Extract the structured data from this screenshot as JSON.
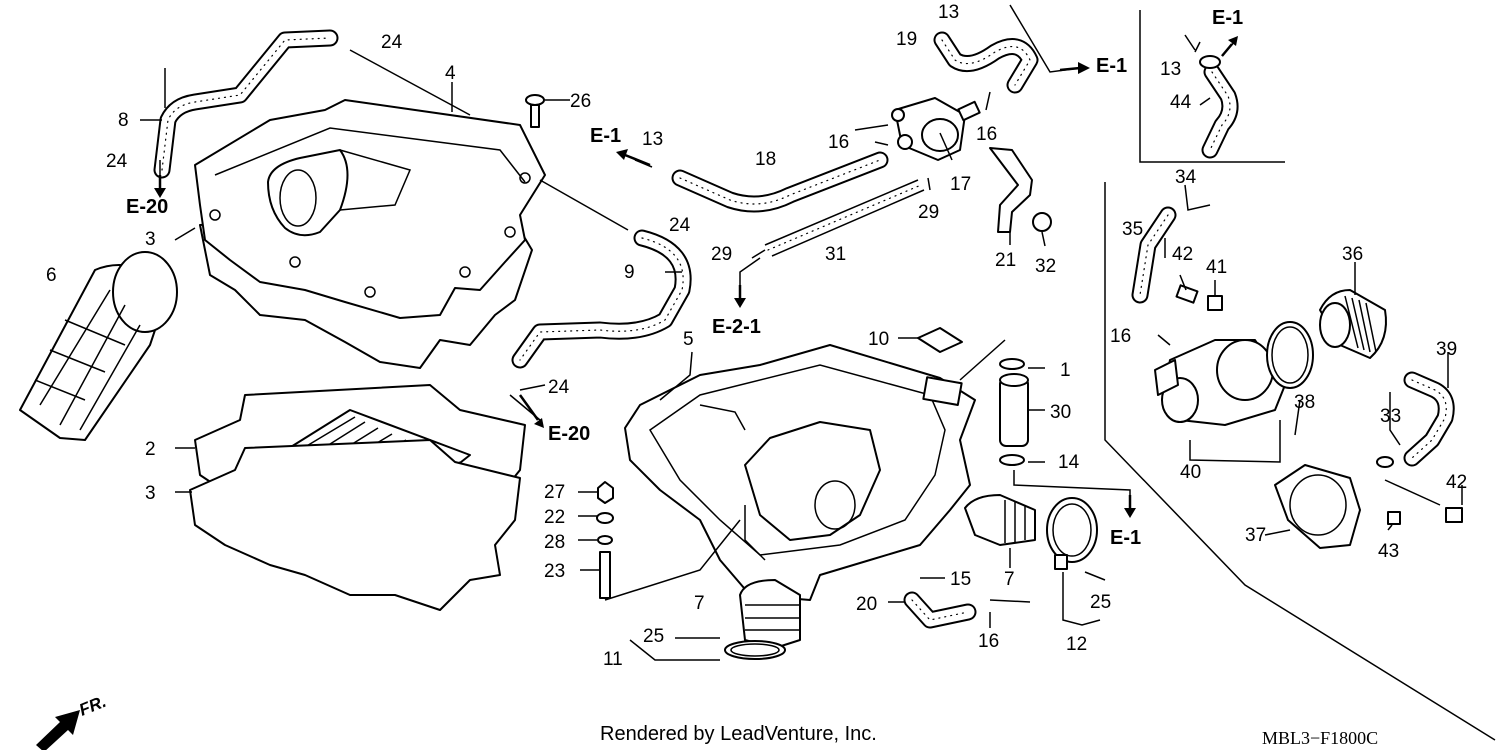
{
  "callouts": [
    {
      "id": "c1",
      "text": "1"
    },
    {
      "id": "c2",
      "text": "2"
    },
    {
      "id": "c3a",
      "text": "3"
    },
    {
      "id": "c3b",
      "text": "3"
    },
    {
      "id": "c4",
      "text": "4"
    },
    {
      "id": "c5",
      "text": "5"
    },
    {
      "id": "c6",
      "text": "6"
    },
    {
      "id": "c7a",
      "text": "7"
    },
    {
      "id": "c7b",
      "text": "7"
    },
    {
      "id": "c8",
      "text": "8"
    },
    {
      "id": "c9",
      "text": "9"
    },
    {
      "id": "c10",
      "text": "10"
    },
    {
      "id": "c11",
      "text": "11"
    },
    {
      "id": "c12",
      "text": "12"
    },
    {
      "id": "c13a",
      "text": "13"
    },
    {
      "id": "c13b",
      "text": "13"
    },
    {
      "id": "c13c",
      "text": "13"
    },
    {
      "id": "c14",
      "text": "14"
    },
    {
      "id": "c15",
      "text": "15"
    },
    {
      "id": "c16a",
      "text": "16"
    },
    {
      "id": "c16b",
      "text": "16"
    },
    {
      "id": "c16c",
      "text": "16"
    },
    {
      "id": "c16d",
      "text": "16"
    },
    {
      "id": "c17",
      "text": "17"
    },
    {
      "id": "c18",
      "text": "18"
    },
    {
      "id": "c19",
      "text": "19"
    },
    {
      "id": "c20",
      "text": "20"
    },
    {
      "id": "c21",
      "text": "21"
    },
    {
      "id": "c22",
      "text": "22"
    },
    {
      "id": "c23",
      "text": "23"
    },
    {
      "id": "c24a",
      "text": "24"
    },
    {
      "id": "c24b",
      "text": "24"
    },
    {
      "id": "c24c",
      "text": "24"
    },
    {
      "id": "c24d",
      "text": "24"
    },
    {
      "id": "c25a",
      "text": "25"
    },
    {
      "id": "c25b",
      "text": "25"
    },
    {
      "id": "c26",
      "text": "26"
    },
    {
      "id": "c27",
      "text": "27"
    },
    {
      "id": "c28",
      "text": "28"
    },
    {
      "id": "c29a",
      "text": "29"
    },
    {
      "id": "c29b",
      "text": "29"
    },
    {
      "id": "c30",
      "text": "30"
    },
    {
      "id": "c31",
      "text": "31"
    },
    {
      "id": "c32",
      "text": "32"
    },
    {
      "id": "c33",
      "text": "33"
    },
    {
      "id": "c34",
      "text": "34"
    },
    {
      "id": "c35",
      "text": "35"
    },
    {
      "id": "c36",
      "text": "36"
    },
    {
      "id": "c37",
      "text": "37"
    },
    {
      "id": "c38",
      "text": "38"
    },
    {
      "id": "c39",
      "text": "39"
    },
    {
      "id": "c40",
      "text": "40"
    },
    {
      "id": "c41",
      "text": "41"
    },
    {
      "id": "c42a",
      "text": "42"
    },
    {
      "id": "c42b",
      "text": "42"
    },
    {
      "id": "c43",
      "text": "43"
    },
    {
      "id": "c44",
      "text": "44"
    }
  ],
  "refs": [
    {
      "id": "r1",
      "text": "E-20"
    },
    {
      "id": "r2",
      "text": "E-1"
    },
    {
      "id": "r3",
      "text": "E-2-1"
    },
    {
      "id": "r4",
      "text": "E-20"
    },
    {
      "id": "r5",
      "text": "E-1"
    },
    {
      "id": "r6",
      "text": "E-1"
    },
    {
      "id": "r7",
      "text": "E-1"
    }
  ],
  "footer": {
    "credit": "Rendered by LeadVenture, Inc.",
    "diagram_code": "MBL3−F1800C",
    "direction_label": "FR."
  },
  "icons": {
    "front_arrow": "front-direction-arrow-icon"
  }
}
